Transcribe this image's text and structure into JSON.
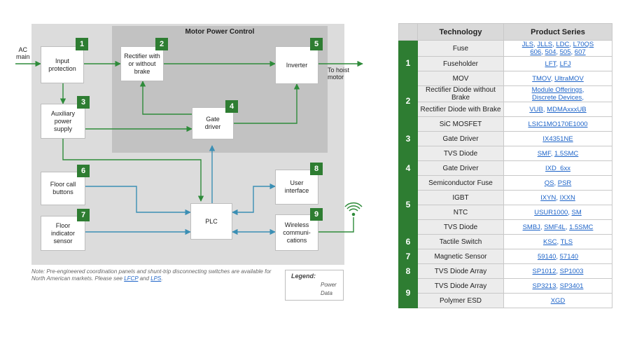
{
  "diagram": {
    "title": "Motor Power Control",
    "ac_main": [
      "AC",
      "main"
    ],
    "to_hoist": [
      "To hoist",
      "motor"
    ],
    "blocks": [
      {
        "num": "1",
        "lines": [
          "Input",
          "protection"
        ]
      },
      {
        "num": "2",
        "lines": [
          "Rectifier with",
          "or without",
          "brake"
        ]
      },
      {
        "num": "3",
        "lines": [
          "Auxiliary",
          "power",
          "supply"
        ]
      },
      {
        "num": "4",
        "lines": [
          "Gate",
          "driver"
        ]
      },
      {
        "num": "5",
        "lines": [
          "Inverter"
        ]
      },
      {
        "num": "6",
        "lines": [
          "Floor call",
          "buttons"
        ]
      },
      {
        "num": "7",
        "lines": [
          "Floor",
          "indicator",
          "sensor"
        ]
      },
      {
        "num": "8",
        "lines": [
          "User",
          "interface"
        ]
      },
      {
        "num": "9",
        "lines": [
          "Wireless",
          "communi-",
          "cations"
        ]
      },
      {
        "num": "",
        "lines": [
          "PLC"
        ]
      }
    ],
    "note_text": "Note: Pre-engineered coordination panels and shunt-trip disconnecting switches are available for North American markets. Please see",
    "note_link1": "LFCP",
    "note_and": "and",
    "note_link2": "LPS",
    "note_end": ".",
    "legend": {
      "title": "Legend:",
      "power": "Power",
      "data": "Data"
    },
    "colors": {
      "power": "#2e8b3a",
      "data": "#3b8fb4",
      "badge": "#2e7d32",
      "outer_bg": "#dcdcdc",
      "inner_bg": "#c2c2c2"
    }
  },
  "table": {
    "headers": [
      "Technology",
      "Product Series"
    ],
    "groups": [
      {
        "num": "1",
        "rows": [
          {
            "tech": "Fuse",
            "series": [
              "JLS, JLLS, LDC, L70QS",
              "606, 504, 505, 607"
            ]
          },
          {
            "tech": "Fuseholder",
            "series": [
              "LFT, LFJ"
            ]
          },
          {
            "tech": "MOV",
            "series": [
              "TMOV, UltraMOV"
            ]
          }
        ]
      },
      {
        "num": "2",
        "rows": [
          {
            "tech": "Rectifier Diode without Brake",
            "series": [
              "Module Offerings,",
              "Discrete Devices,"
            ]
          },
          {
            "tech": "Rectifier Diode with Brake",
            "series": [
              "VUB, MDMAxxxUB"
            ]
          }
        ]
      },
      {
        "num": "3",
        "rows": [
          {
            "tech": "SiC MOSFET",
            "series": [
              "LSIC1MO170E1000"
            ]
          },
          {
            "tech": "Gate Driver",
            "series": [
              "IX4351NE"
            ]
          },
          {
            "tech": "TVS Diode",
            "series": [
              "SMF, 1.5SMC"
            ]
          }
        ]
      },
      {
        "num": "4",
        "rows": [
          {
            "tech": "Gate Driver",
            "series": [
              "IXD_6xx"
            ]
          }
        ]
      },
      {
        "num": "5",
        "rows": [
          {
            "tech": "Semiconductor Fuse",
            "series": [
              "QS, PSR"
            ]
          },
          {
            "tech": "IGBT",
            "series": [
              "IXYN, IXXN"
            ]
          },
          {
            "tech": "NTC",
            "series": [
              "USUR1000, SM"
            ]
          },
          {
            "tech": "TVS Diode",
            "series": [
              "SMBJ, SMF4L, 1.5SMC"
            ]
          }
        ]
      },
      {
        "num": "6",
        "rows": [
          {
            "tech": "Tactile Switch",
            "series": [
              "KSC, TLS"
            ]
          }
        ]
      },
      {
        "num": "7",
        "rows": [
          {
            "tech": "Magnetic Sensor",
            "series": [
              "59140, 57140"
            ]
          }
        ]
      },
      {
        "num": "8",
        "rows": [
          {
            "tech": "TVS Diode Array",
            "series": [
              "SP1012, SP1003"
            ]
          }
        ]
      },
      {
        "num": "9",
        "rows": [
          {
            "tech": "TVS Diode Array",
            "series": [
              "SP3213, SP3401"
            ]
          },
          {
            "tech": "Polymer ESD",
            "series": [
              "XGD"
            ]
          }
        ]
      }
    ]
  }
}
